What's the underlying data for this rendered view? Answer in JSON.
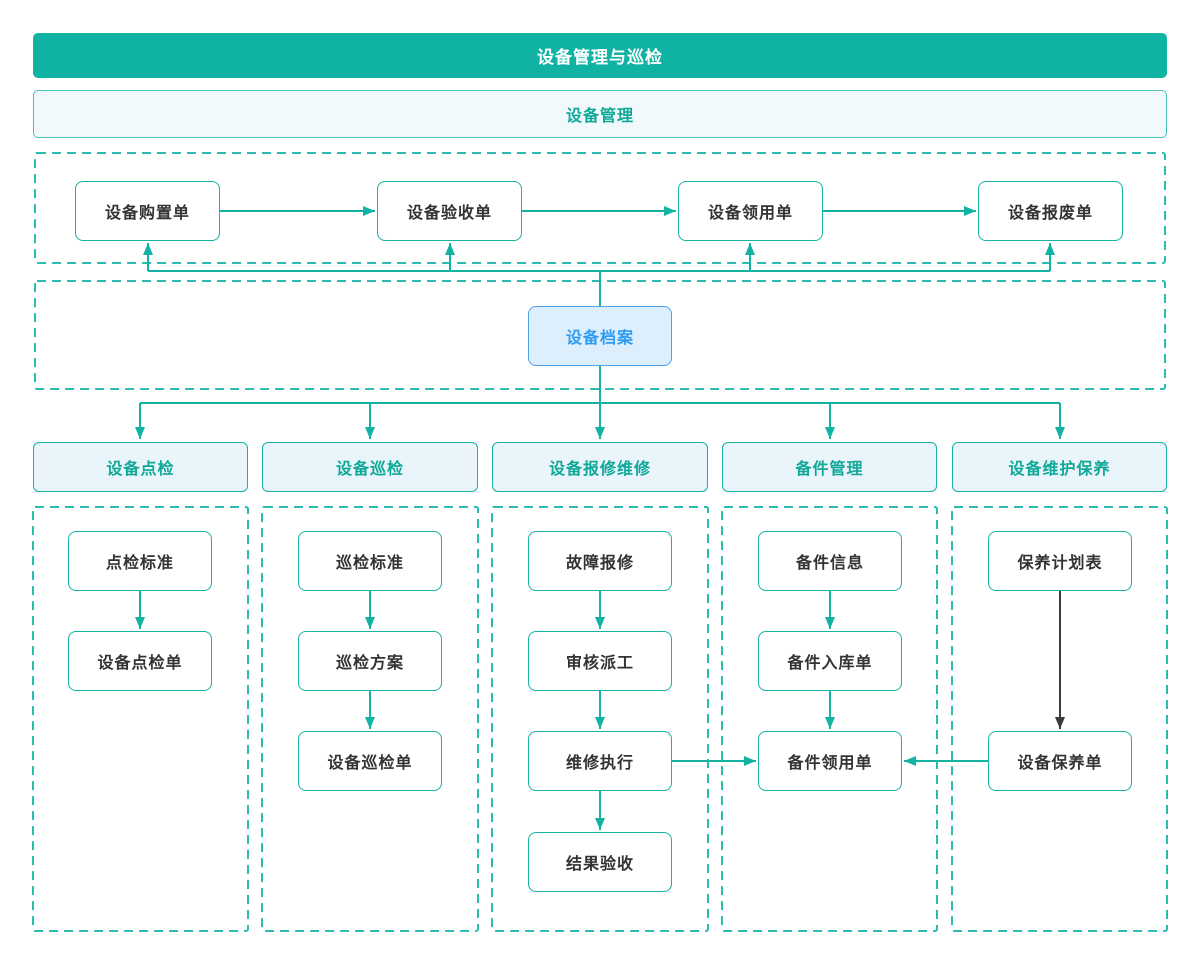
{
  "page": {
    "title": "设备管理与巡检",
    "subtitle": "设备管理"
  },
  "top_flow": {
    "items": [
      "设备购置单",
      "设备验收单",
      "设备领用单",
      "设备报废单"
    ]
  },
  "archive": {
    "label": "设备档案"
  },
  "columns": [
    {
      "header": "设备点检",
      "items": [
        "点检标准",
        "设备点检单"
      ]
    },
    {
      "header": "设备巡检",
      "items": [
        "巡检标准",
        "巡检方案",
        "设备巡检单"
      ]
    },
    {
      "header": "设备报修维修",
      "items": [
        "故障报修",
        "审核派工",
        "维修执行",
        "结果验收"
      ]
    },
    {
      "header": "备件管理",
      "items": [
        "备件信息",
        "备件入库单",
        "备件领用单"
      ]
    },
    {
      "header": "设备维护保养",
      "items": [
        "保养计划表",
        "设备保养单"
      ]
    }
  ],
  "colors": {
    "teal_accent": "#10b3a3",
    "teal_text": "#0fa898",
    "dashed_border": "#2abcae",
    "node_border": "#16b2a3",
    "node_text": "#333333",
    "blue_node_bg": "#ddeefc",
    "blue_node_border": "#4aa2f0",
    "blue_node_text": "#2f9bf1",
    "header_bg": "#e9f5fa",
    "subtitle_bg": "#f2f9fd",
    "dark_arrow": "#3b3b3b"
  }
}
